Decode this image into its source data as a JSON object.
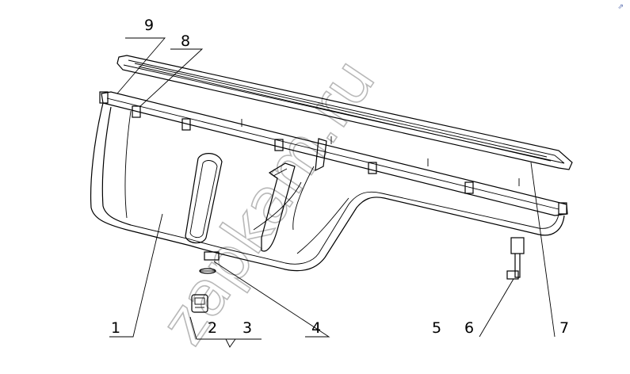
{
  "watermark": "zapkam.ru",
  "callouts": {
    "n1": "1",
    "n2": "2",
    "n3": "3",
    "n4": "4",
    "n5": "5",
    "n6": "6",
    "n7": "7",
    "n8": "8",
    "n9": "9"
  },
  "corner_mark": "⇗"
}
